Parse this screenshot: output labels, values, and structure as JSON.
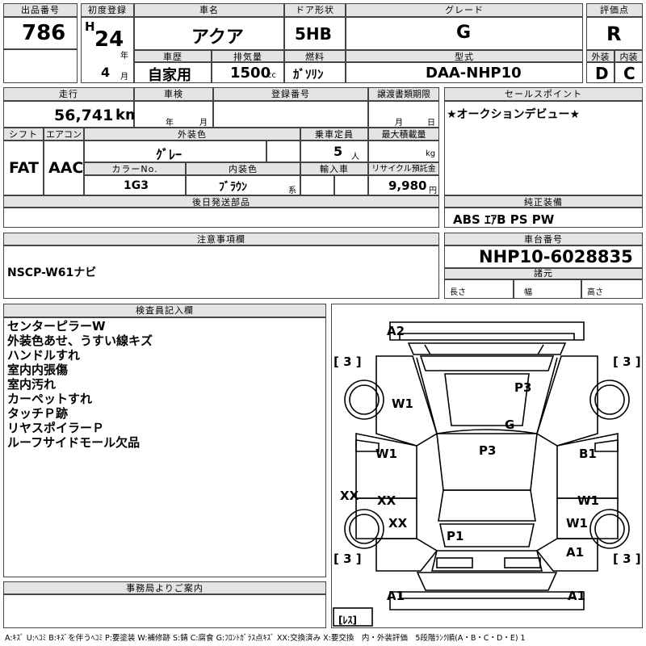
{
  "header": {
    "lot_no_label": "出品番号",
    "lot_no": "786",
    "first_reg_label": "初度登録",
    "era": "H",
    "year": "24",
    "year_unit": "年",
    "month": "4",
    "month_unit": "月",
    "car_name_label": "車名",
    "car_name": "アクア",
    "door_label": "ドア形状",
    "door": "5HB",
    "grade_label": "グレード",
    "grade": "G",
    "score_label": "評価点",
    "score": "R",
    "history_label": "車歴",
    "history": "自家用",
    "displacement_label": "排気量",
    "displacement": "1500",
    "displacement_unit": "cc",
    "fuel_label": "燃料",
    "fuel": "ｶﾞｿﾘﾝ",
    "model_label": "型式",
    "model": "DAA-NHP10",
    "exterior_label": "外装",
    "exterior": "D",
    "interior_label": "内装",
    "interior": "C"
  },
  "spec": {
    "mileage_label": "走行",
    "mileage": "56,741",
    "mileage_unit": "km",
    "inspection_label": "車検",
    "inspection_year": "年",
    "inspection_month": "月",
    "reg_no_label": "登録番号",
    "transfer_label": "譲渡書類期限",
    "transfer_month": "月",
    "transfer_day": "日",
    "shift_label": "シフト",
    "shift": "FAT",
    "ac_label": "エアコン",
    "ac": "AAC",
    "color_label": "外装色",
    "color": "ｸﾞﾚｰ",
    "capacity_label": "乗車定員",
    "capacity": "5",
    "capacity_unit": "人",
    "load_label": "最大積載量",
    "load_unit": "kg",
    "color_no_label": "カラーNo.",
    "color_no": "1G3",
    "int_color_label": "内装色",
    "int_color": "ﾌﾞﾗｳﾝ",
    "int_color_unit": "系",
    "import_label": "輸入車",
    "recycle_label": "リサイクル預託金",
    "recycle": "9,980",
    "recycle_unit": "円",
    "later_parts_label": "後日発送部品"
  },
  "sales": {
    "label": "セールスポイント",
    "text": "★オークションデビュー★",
    "equipment_label": "純正装備",
    "equipment": "ABS ｴｱB PS PW"
  },
  "caution": {
    "label": "注意事項欄",
    "text": "NSCP-W61ナビ"
  },
  "chassis": {
    "label": "車台番号",
    "number": "NHP10-6028835",
    "dims_label": "諸元",
    "length": "長さ",
    "width": "幅",
    "height": "高さ"
  },
  "inspector": {
    "label": "検査員記入欄",
    "notes": [
      "センターピラーW",
      "外装色あせ、うすい線キズ",
      "ハンドルすれ",
      "室内内張傷",
      "室内汚れ",
      "カーペットすれ",
      "タッチＰ跡",
      "リヤスポイラーＰ",
      "ルーフサイドモール欠品"
    ]
  },
  "office": {
    "label": "事務局よりご案内"
  },
  "diagram": {
    "tires": [
      "[ 3 ]",
      "[ 3 ]",
      "[ 3 ]",
      "[ 3 ]"
    ],
    "spare": "[ﾚｽ]",
    "marks": [
      "A2",
      "P3",
      "G",
      "W1",
      "P3",
      "W1",
      "B1",
      "XX",
      "XX",
      "W1",
      "XX",
      "W1",
      "P1",
      "A1",
      "A1",
      "A1"
    ]
  },
  "legend": "A:ｷｽﾞ U:ﾍｺﾐ B:ｷｽﾞを伴うﾍｺﾐ P:要塗装 W:補修跡 S:錆 C:腐食 G:ﾌﾛﾝﾄｶﾞﾗｽ点ｷｽﾞ XX:交換済み X:要交換　内・外装評価　5段階ﾗﾝｸ順(A・B・C・D・E) 1"
}
